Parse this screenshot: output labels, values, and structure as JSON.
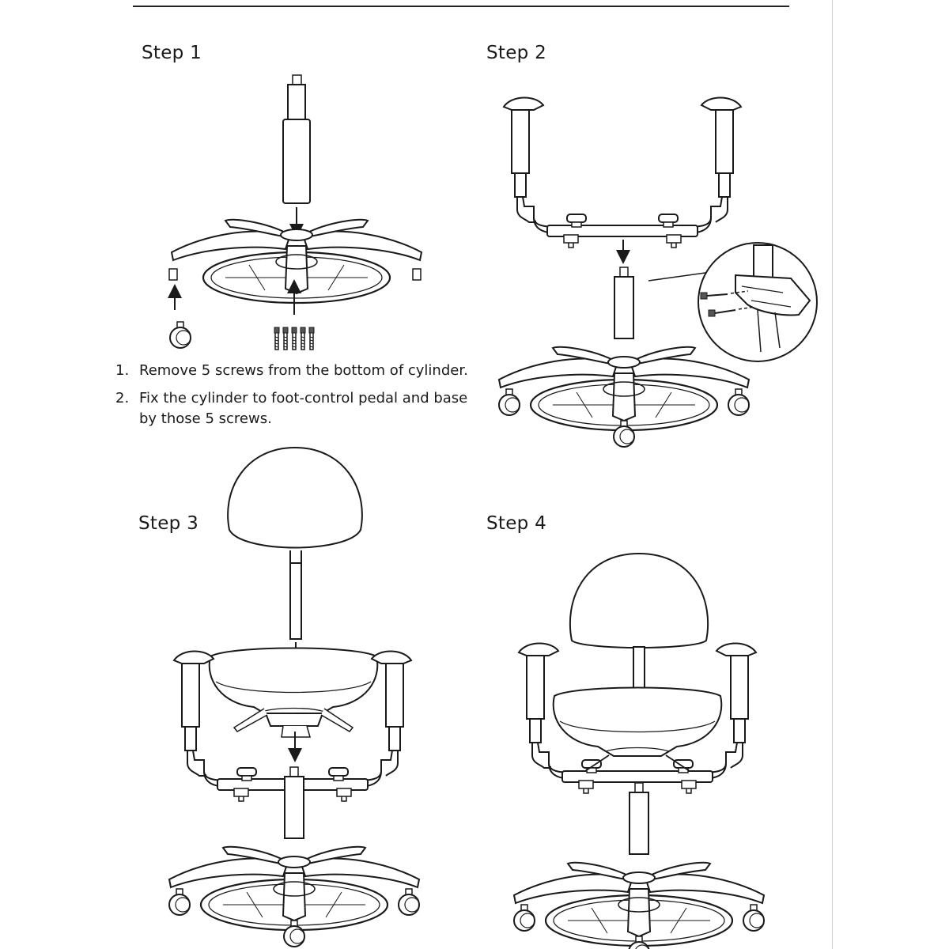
{
  "steps": [
    {
      "title": "Step 1"
    },
    {
      "title": "Step 2"
    },
    {
      "title": "Step 3"
    },
    {
      "title": "Step 4"
    }
  ],
  "instructions": [
    {
      "number": "1.",
      "text": "Remove 5 screws from the bottom of cylinder."
    },
    {
      "number": "2.",
      "text": "Fix the cylinder to foot-control pedal and base by those 5 screws."
    }
  ],
  "colors": {
    "line": "#1a1a1a",
    "paper": "#ffffff"
  }
}
